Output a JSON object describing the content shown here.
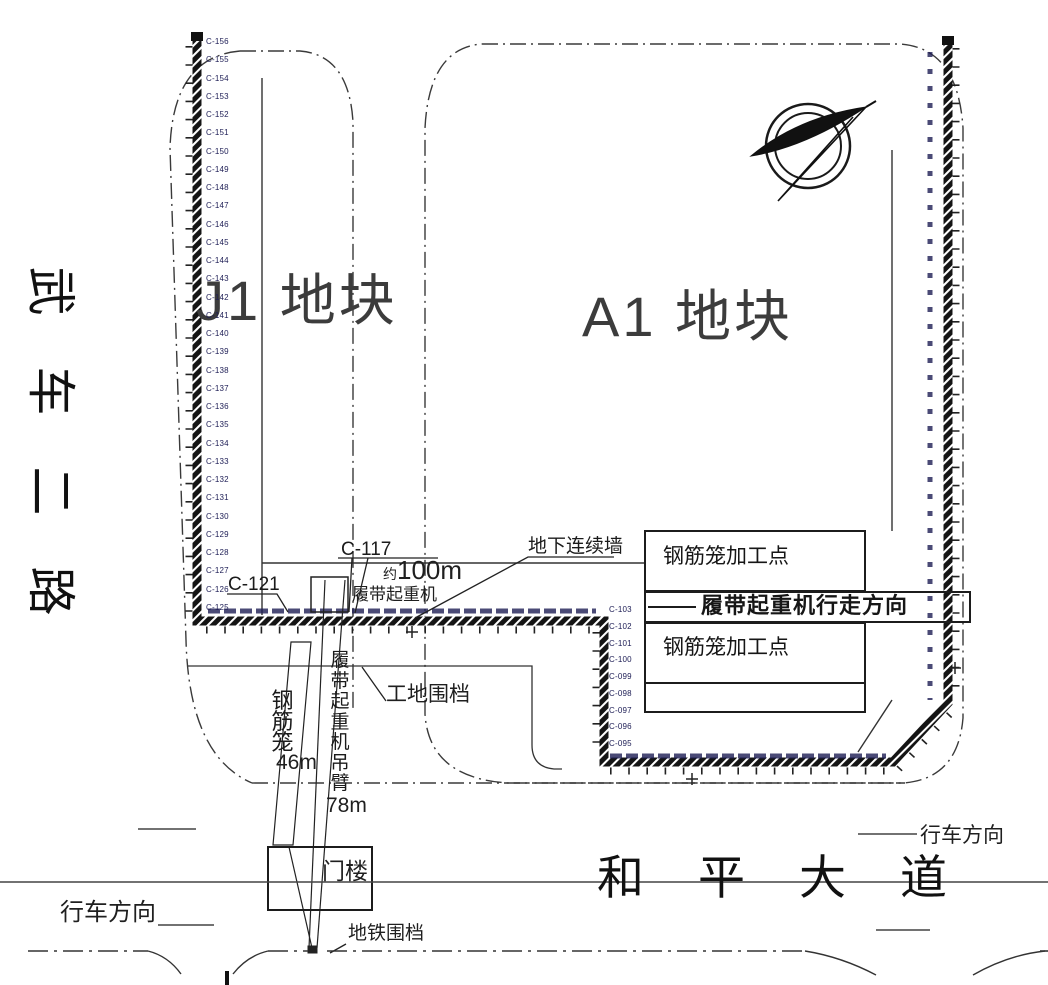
{
  "streets": {
    "left_name": "武车二路",
    "left_chars": [
      "武",
      "车",
      "二",
      "路"
    ],
    "bottom_name": "和平大道",
    "traffic_direction_left": "行车方向",
    "traffic_direction_right": "行车方向"
  },
  "blocks": {
    "j1": "J1 地块",
    "a1": "A1 地块"
  },
  "callouts": {
    "pile_c117": "C-117",
    "pile_c121": "C-121",
    "diaphragm_wall": "地下连续墙",
    "distance_prefix": "约",
    "distance_value": "100m",
    "crawler_crane": "履带起重机",
    "site_fence": "工地围档",
    "rebar_cage": "钢筋笼",
    "rebar_cage_length": "46m",
    "crane_boom": "履带起重机吊臂",
    "crane_boom_length": "78m",
    "gatehouse": "门楼",
    "subway_fence": "地铁围档"
  },
  "facilities": {
    "processing_point_top": "钢筋笼加工点",
    "processing_point_bottom": "钢筋笼加工点",
    "travel_direction": "履带起重机行走方向"
  },
  "piles": {
    "left_wall": [
      "C-156",
      "C-155",
      "C-154",
      "C-153",
      "C-152",
      "C-151",
      "C-150",
      "C-149",
      "C-148",
      "C-147",
      "C-146",
      "C-145",
      "C-144",
      "C-143",
      "C-142",
      "C-141",
      "C-140",
      "C-139",
      "C-138",
      "C-137",
      "C-136",
      "C-135",
      "C-134",
      "C-133",
      "C-132",
      "C-131",
      "C-130",
      "C-129",
      "C-128",
      "C-127",
      "C-126",
      "C-125"
    ],
    "inner_wall": [
      "C-103",
      "C-102",
      "C-101",
      "C-100",
      "C-099",
      "C-098",
      "C-097",
      "C-096",
      "C-095"
    ]
  },
  "icons": {
    "north_arrow": "compass-north-arrow"
  },
  "colors": {
    "wall": "#141414",
    "line": "#333333",
    "pile_text": "#1d1d55"
  }
}
